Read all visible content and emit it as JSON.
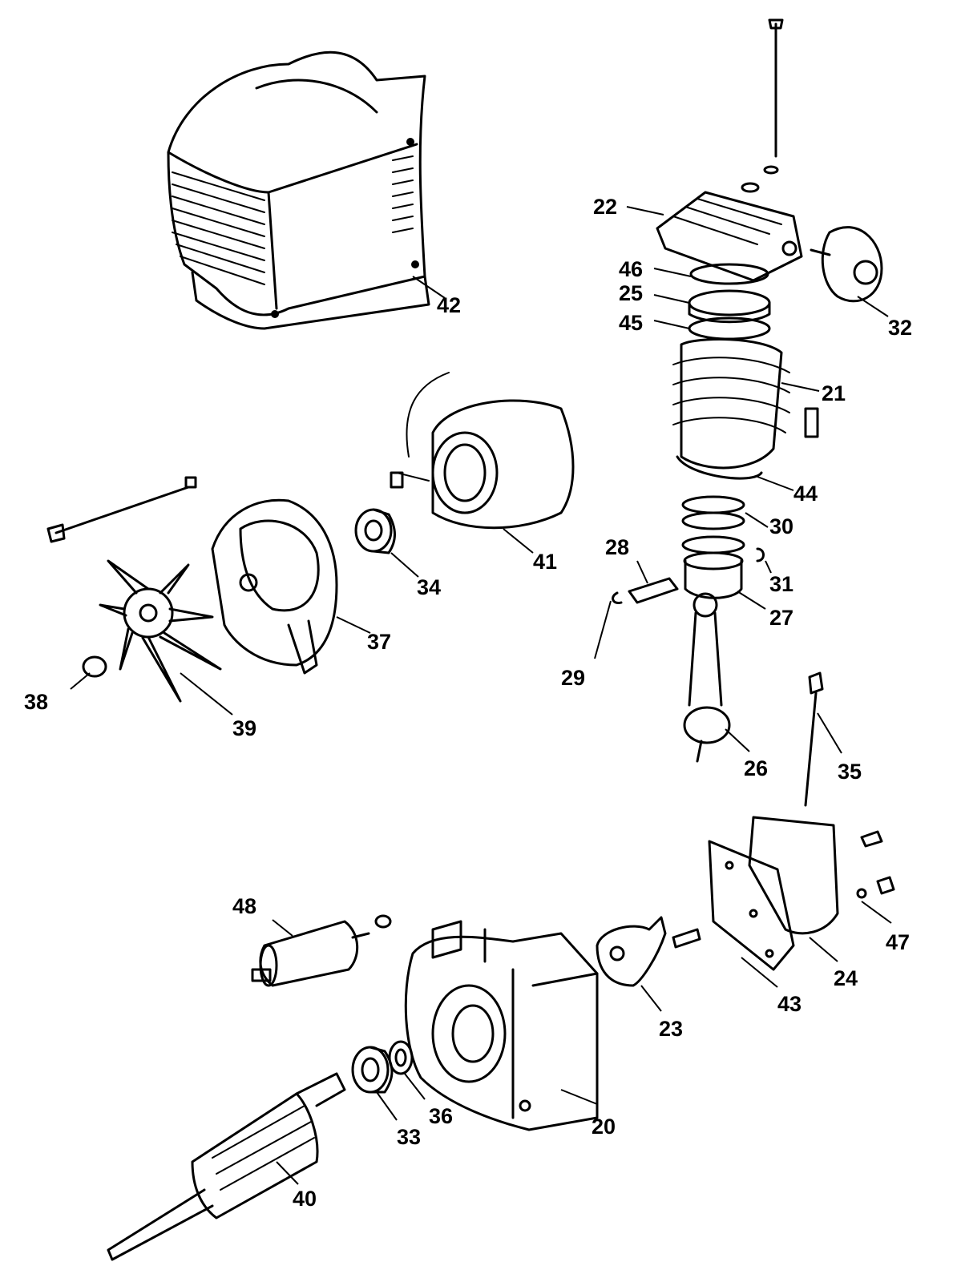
{
  "labels": {
    "p20": "20",
    "p21": "21",
    "p22": "22",
    "p23": "23",
    "p24": "24",
    "p25": "25",
    "p26": "26",
    "p27": "27",
    "p28": "28",
    "p29": "29",
    "p30": "30",
    "p31": "31",
    "p32": "32",
    "p33": "33",
    "p34": "34",
    "p35": "35",
    "p36": "36",
    "p37": "37",
    "p38": "38",
    "p39": "39",
    "p40": "40",
    "p41": "41",
    "p42": "42",
    "p43": "43",
    "p44": "44",
    "p45": "45",
    "p46": "46",
    "p47": "47",
    "p48": "48"
  },
  "colors": {
    "ink": "#000000",
    "paper": "#ffffff"
  }
}
